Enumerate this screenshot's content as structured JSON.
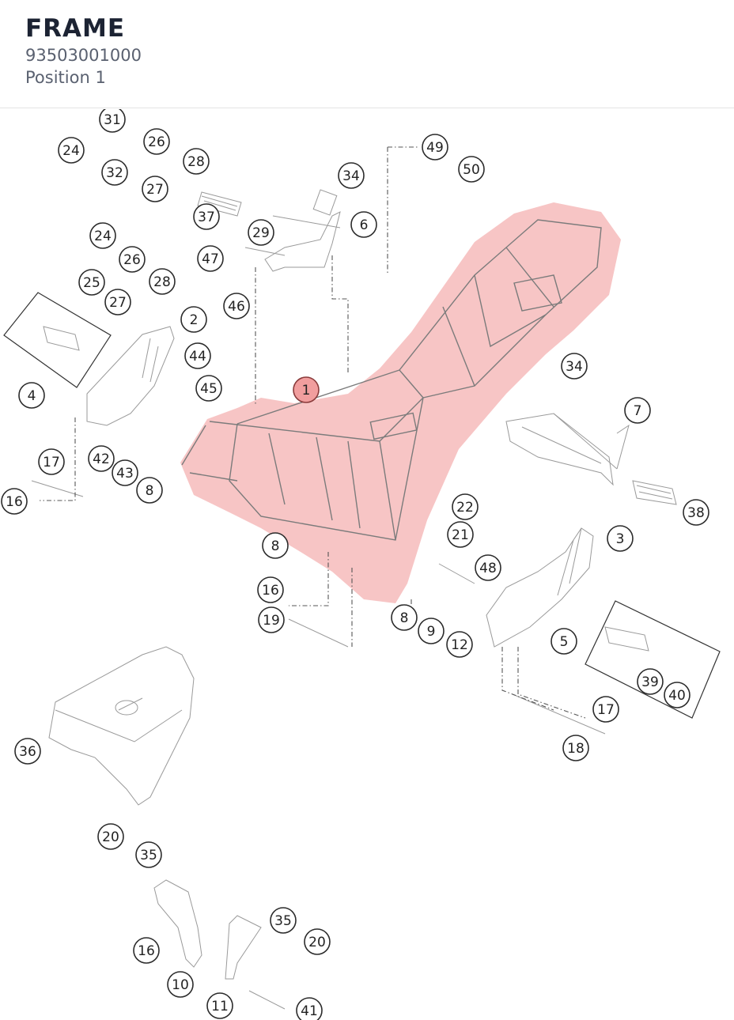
{
  "header": {
    "title": "FRAME",
    "part_number": "93503001000",
    "position": "Position 1"
  },
  "diagram": {
    "highlight_color": "#f19e9e",
    "selected_callout": "1",
    "callouts": [
      {
        "label": "31"
      },
      {
        "label": "24"
      },
      {
        "label": "26"
      },
      {
        "label": "32"
      },
      {
        "label": "28"
      },
      {
        "label": "27"
      },
      {
        "label": "49"
      },
      {
        "label": "50"
      },
      {
        "label": "34"
      },
      {
        "label": "37"
      },
      {
        "label": "6"
      },
      {
        "label": "29"
      },
      {
        "label": "24"
      },
      {
        "label": "26"
      },
      {
        "label": "47"
      },
      {
        "label": "25"
      },
      {
        "label": "28"
      },
      {
        "label": "27"
      },
      {
        "label": "46"
      },
      {
        "label": "2"
      },
      {
        "label": "44"
      },
      {
        "label": "4"
      },
      {
        "label": "45"
      },
      {
        "label": "1"
      },
      {
        "label": "34"
      },
      {
        "label": "7"
      },
      {
        "label": "17"
      },
      {
        "label": "42"
      },
      {
        "label": "43"
      },
      {
        "label": "16"
      },
      {
        "label": "8"
      },
      {
        "label": "22"
      },
      {
        "label": "38"
      },
      {
        "label": "21"
      },
      {
        "label": "3"
      },
      {
        "label": "8"
      },
      {
        "label": "48"
      },
      {
        "label": "16"
      },
      {
        "label": "19"
      },
      {
        "label": "8"
      },
      {
        "label": "9"
      },
      {
        "label": "12"
      },
      {
        "label": "5"
      },
      {
        "label": "39"
      },
      {
        "label": "40"
      },
      {
        "label": "17"
      },
      {
        "label": "36"
      },
      {
        "label": "18"
      },
      {
        "label": "20"
      },
      {
        "label": "35"
      },
      {
        "label": "16"
      },
      {
        "label": "35"
      },
      {
        "label": "20"
      },
      {
        "label": "10"
      },
      {
        "label": "11"
      },
      {
        "label": "41"
      }
    ]
  }
}
